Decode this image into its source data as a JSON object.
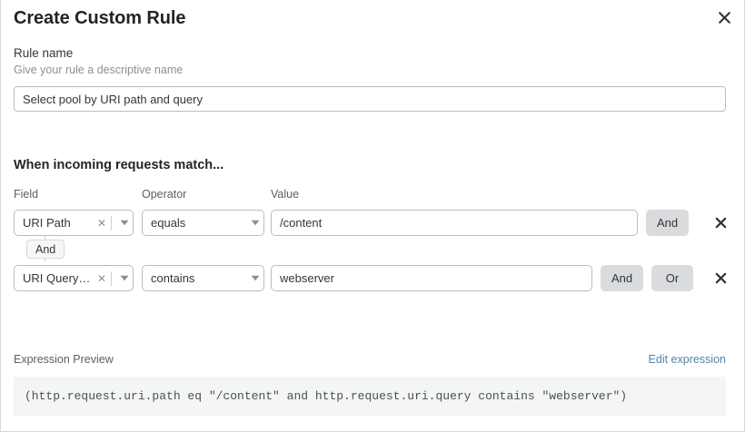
{
  "dialog": {
    "title": "Create Custom Rule",
    "close_icon": "close-icon"
  },
  "rule_name": {
    "label": "Rule name",
    "help": "Give your rule a descriptive name",
    "value": "Select pool by URI path and query",
    "placeholder": "Enter rule name"
  },
  "match": {
    "heading": "When incoming requests match...",
    "columns": {
      "field": "Field",
      "operator": "Operator",
      "value": "Value"
    },
    "connector": {
      "label": "And"
    },
    "rows": [
      {
        "field": "URI Path",
        "operator": "equals",
        "value": "/content",
        "value_placeholder": "Enter value",
        "and_label": "And",
        "or_label": null,
        "clear_icon": "clear-icon",
        "caret_icon": "chevron-down-icon",
        "delete_icon": "close-icon"
      },
      {
        "field": "URI Query St...",
        "operator": "contains",
        "value": "webserver",
        "value_placeholder": "Enter value",
        "and_label": "And",
        "or_label": "Or",
        "clear_icon": "clear-icon",
        "caret_icon": "chevron-down-icon",
        "delete_icon": "close-icon"
      }
    ]
  },
  "preview": {
    "label": "Expression Preview",
    "edit_link": "Edit expression",
    "expression": "(http.request.uri.path eq \"/content\" and http.request.uri.query contains \"webserver\")"
  },
  "colors": {
    "accent_link": "#5486a8",
    "logic_button_bg": "#d9dbdd",
    "code_bg": "#f4f5f5",
    "border": "#b9bcbf"
  }
}
